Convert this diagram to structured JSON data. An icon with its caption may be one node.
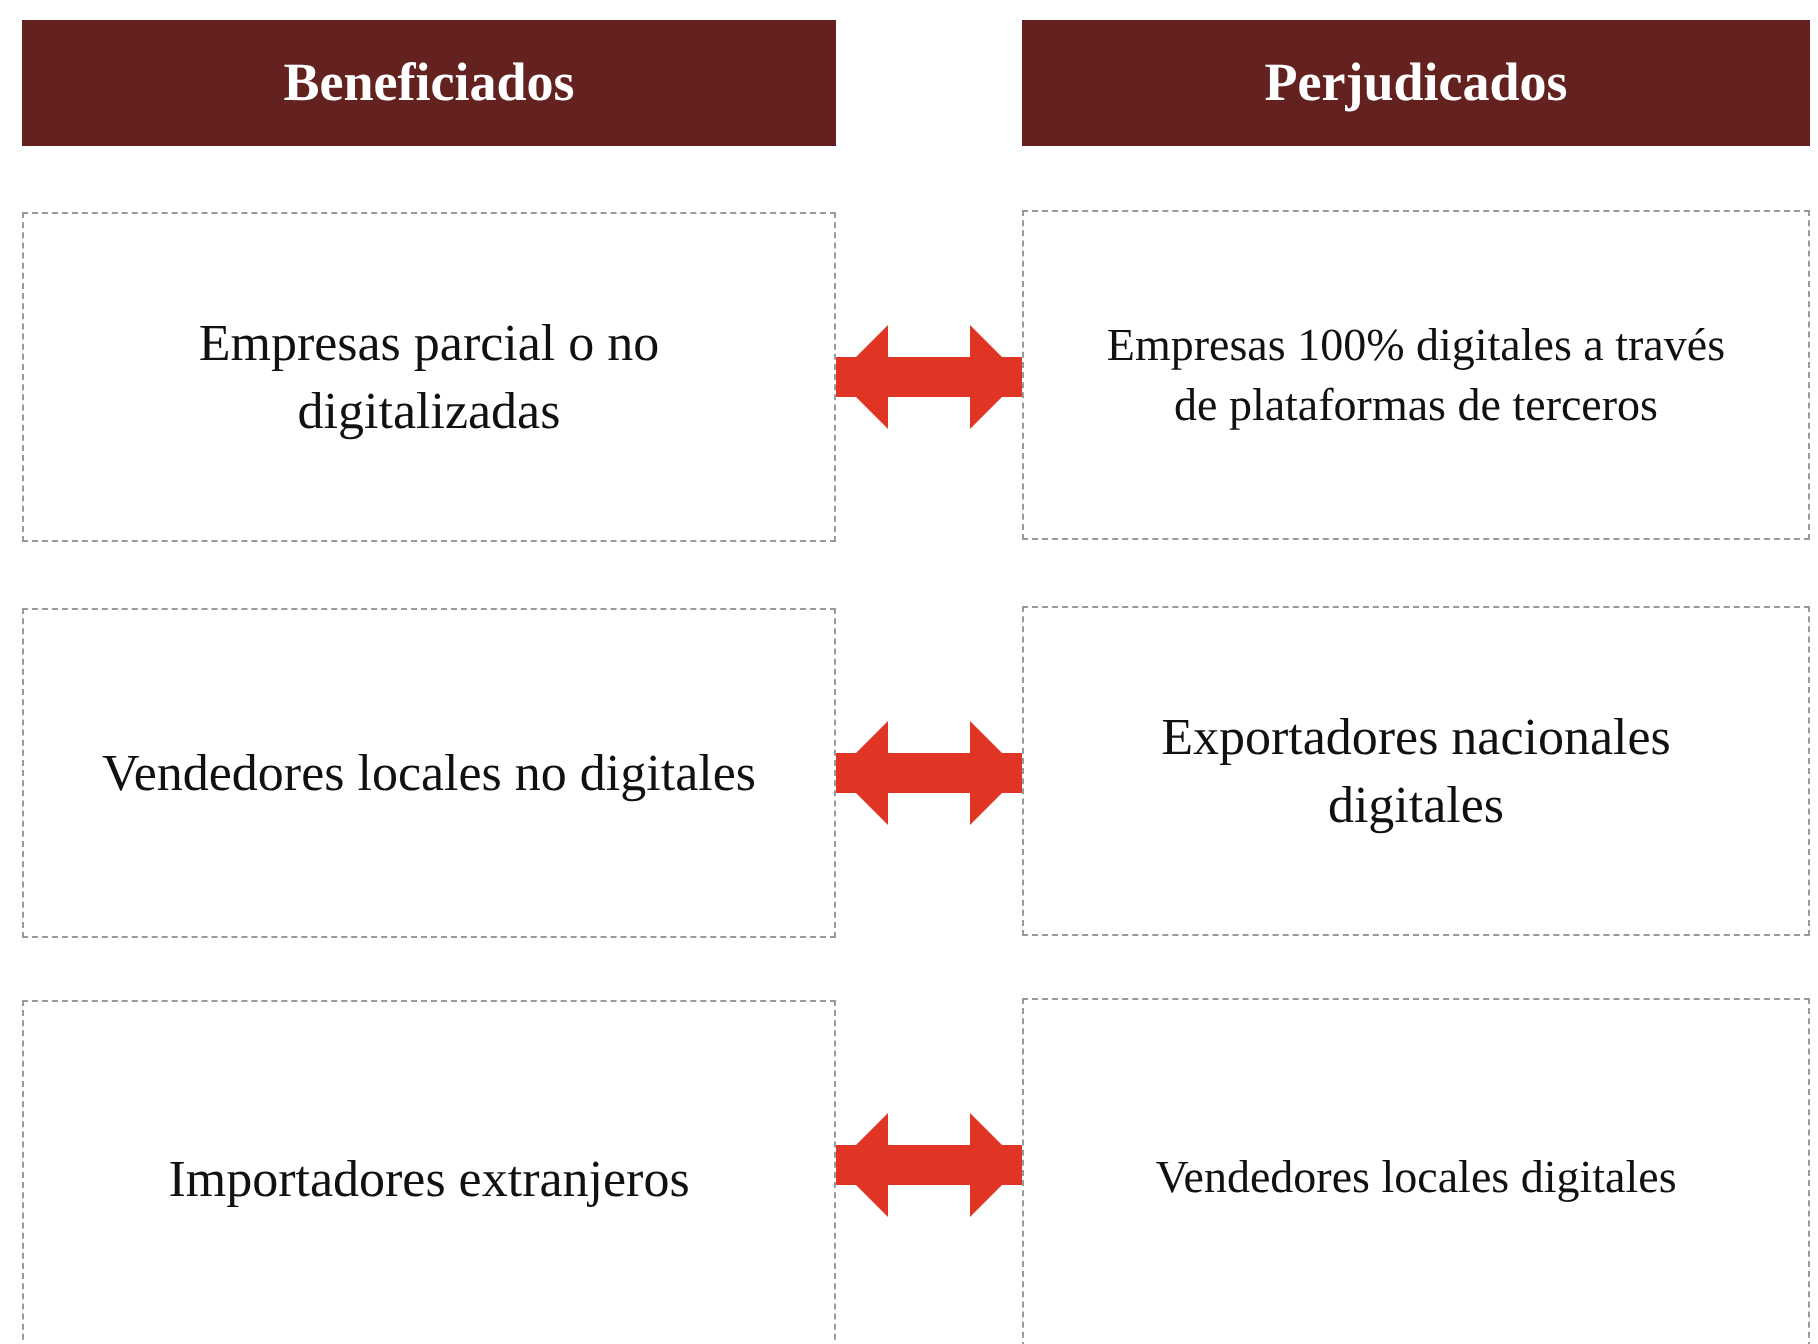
{
  "diagram": {
    "nodes": [
      {
        "text": [
          "Beneficiados"
        ]
      },
      {
        "text": [
          "Perjudicados"
        ]
      },
      {
        "text": [
          "Empresas parcial o no digitalizadas"
        ]
      },
      {
        "text": [
          "Empresas 100% digitales a través de plataformas de terceros"
        ]
      },
      {
        "text": [
          "Vendedores locales no digitales"
        ]
      },
      {
        "text": [
          "Exportadores nacionales digitales"
        ]
      },
      {
        "text": [
          "Importadores extranjeros"
        ]
      },
      {
        "text": [
          "Vendedores locales digitales"
        ]
      }
    ],
    "edges": [
      {
        "from": 2,
        "to": 3,
        "arrow": "both"
      },
      {
        "from": 4,
        "to": 5,
        "arrow": "both"
      },
      {
        "from": 6,
        "to": 7,
        "arrow": "both"
      }
    ]
  }
}
